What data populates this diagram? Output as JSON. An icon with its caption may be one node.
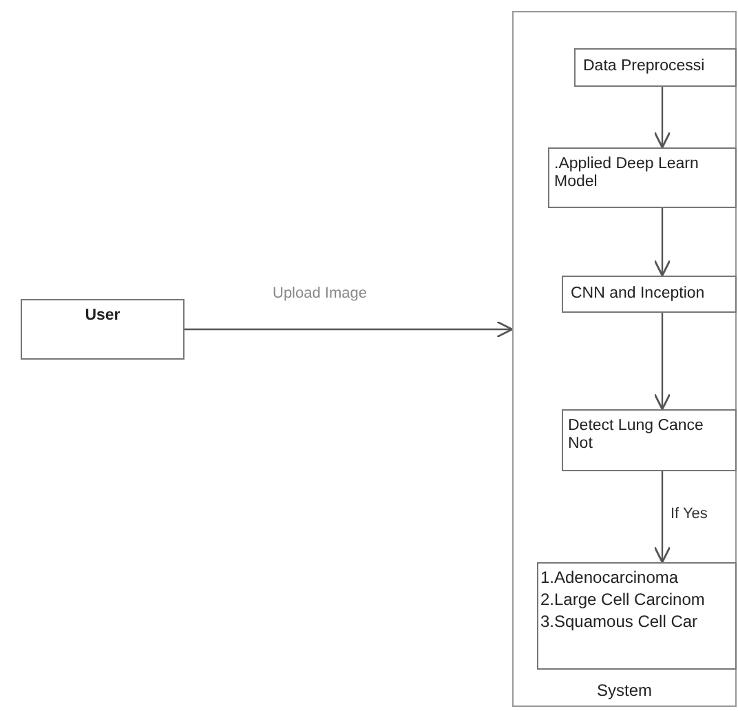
{
  "diagram": {
    "nodes": [
      {
        "text": [
          "User"
        ]
      },
      {
        "text": [
          "System"
        ]
      },
      {
        "text": [
          "Data Preprocessi"
        ],
        "in": 1
      },
      {
        "text": [
          ".Applied Deep Learn Model"
        ],
        "in": 1
      },
      {
        "text": [
          "CNN and Inception"
        ],
        "in": 1
      },
      {
        "text": [
          "Detect Lung Cance Not"
        ],
        "in": 1
      },
      {
        "text": [
          "1.Adenocarcinoma",
          "2.Large Cell Carcinom",
          "3.Squamous Cell Car"
        ],
        "in": 1
      }
    ],
    "edges": [
      {
        "from": 0,
        "to": 1,
        "arrow": "to",
        "label": "Upload Image"
      },
      {
        "from": 2,
        "to": 3,
        "arrow": "to"
      },
      {
        "from": 3,
        "to": 4,
        "arrow": "to"
      },
      {
        "from": 4,
        "to": 5,
        "arrow": "to"
      },
      {
        "from": 5,
        "to": 6,
        "arrow": "to",
        "label": "If Yes"
      }
    ]
  }
}
